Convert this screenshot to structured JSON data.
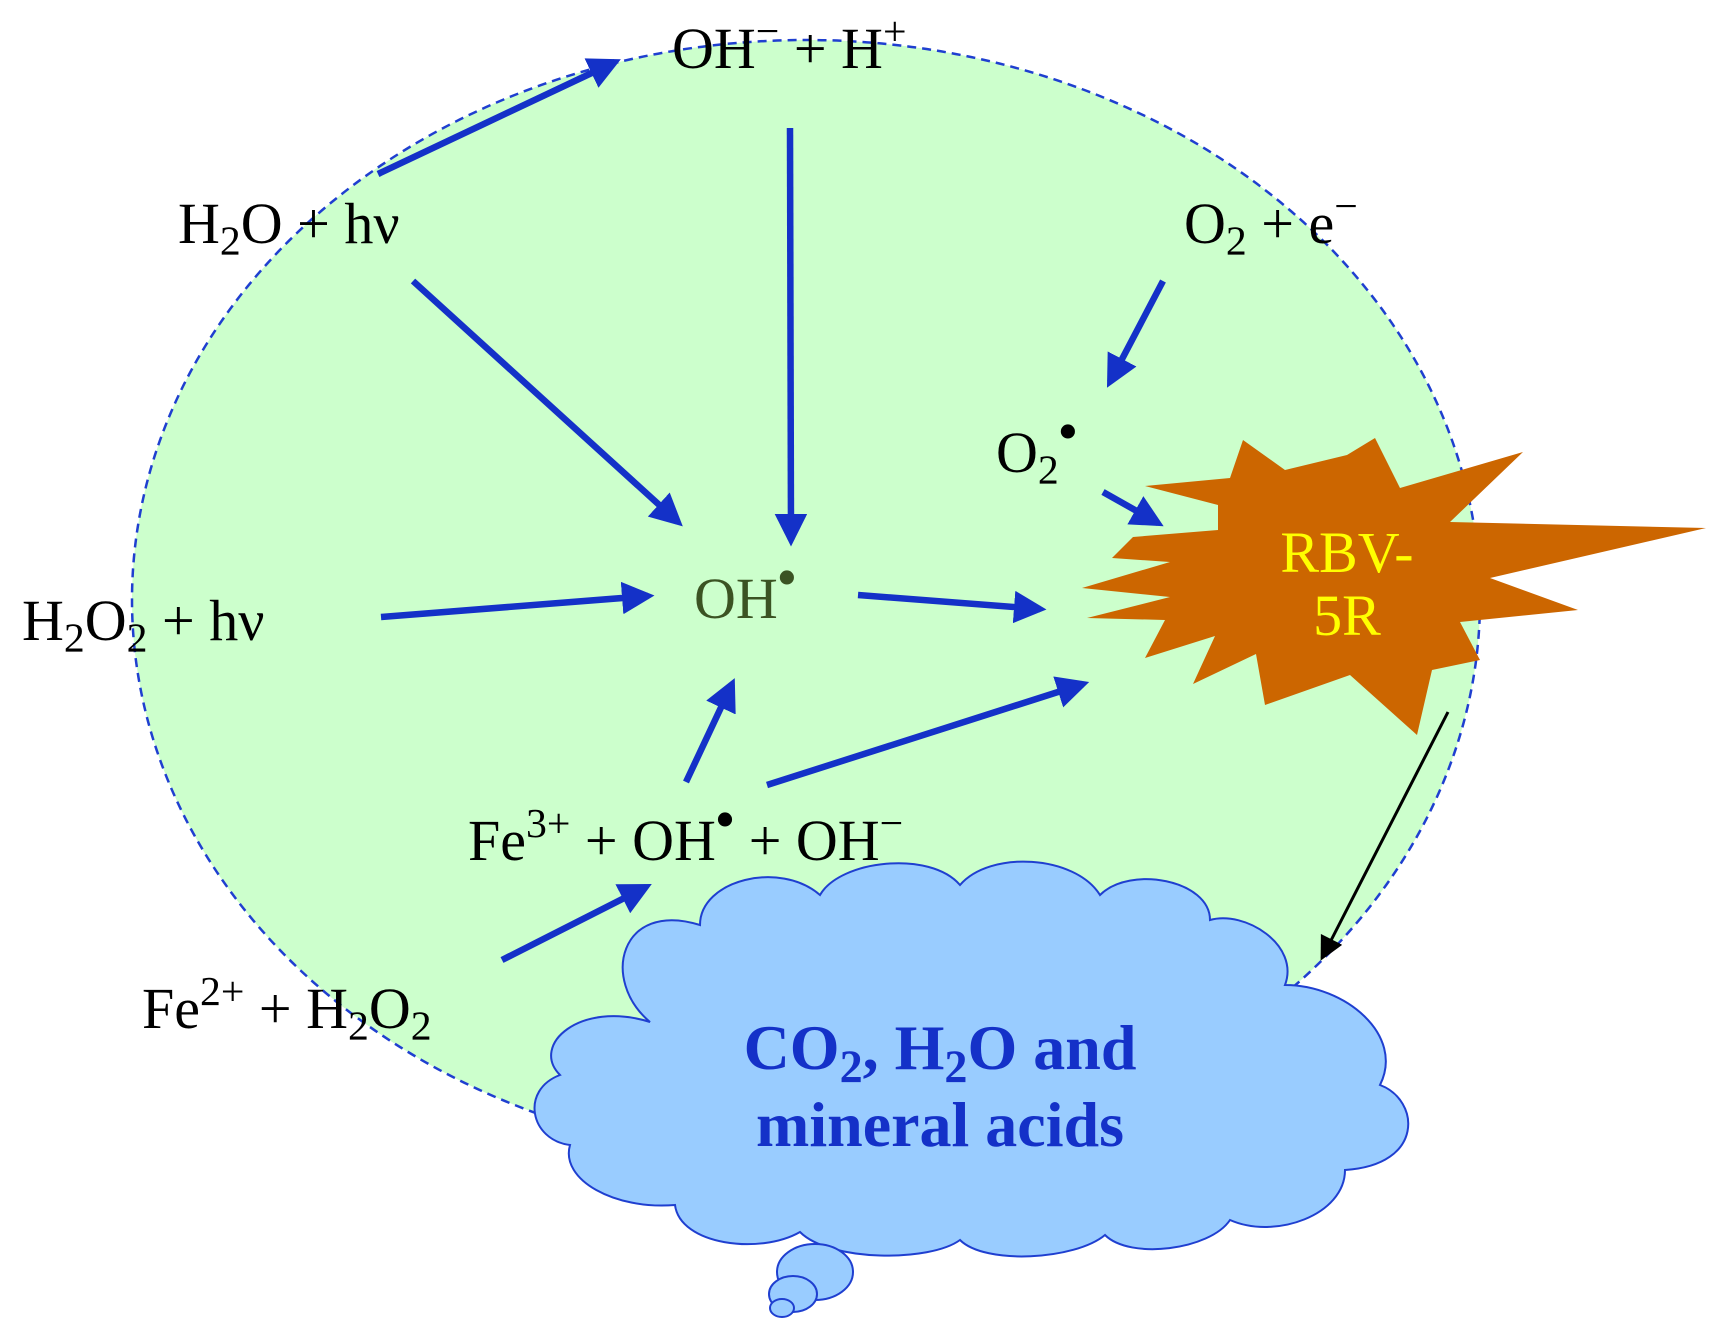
{
  "colors": {
    "circle_fill": "#ccffcc",
    "circle_stroke": "#1f3fd0",
    "arrow": "#1431c8",
    "burst_fill": "#cc6600",
    "burst_text": "#ffff00",
    "cloud_fill": "#99ccff",
    "cloud_text": "#1431c8",
    "radical_text": "#3b5323"
  },
  "species": {
    "oh_h": {
      "a": "OH",
      "a_sup": "−",
      "b": " + H",
      "b_sup": "+"
    },
    "h2o_hv": {
      "a": "H",
      "a_sub": "2",
      "b": "O + hν"
    },
    "o2_e": {
      "a": "O",
      "a_sub": "2",
      "b": " + e",
      "b_sup": "−"
    },
    "o2_rad": {
      "a": "O",
      "a_sub": "2",
      "dot": "•"
    },
    "h2o2_hv": {
      "a": "H",
      "a_sub": "2",
      "b": "O",
      "b_sub": "2",
      "c": " + hν"
    },
    "oh_rad": {
      "a": "OH",
      "dot": "•"
    },
    "fe3": {
      "a": "Fe",
      "a_sup": "3+",
      "b": " + OH",
      "dot": "•",
      "c": " + OH",
      "c_sup": "−"
    },
    "fe2": {
      "a": "Fe",
      "a_sup": "2+",
      "b": " + H",
      "b_sub": "2",
      "c": "O",
      "c_sub": "2"
    }
  },
  "target": {
    "line1": "RBV-",
    "line2": "5R"
  },
  "products": {
    "line1_a": "CO",
    "line1_a_sub": "2",
    "line1_b": ", H",
    "line1_b_sub": "2",
    "line1_c": "O and",
    "line2": "mineral acids"
  }
}
